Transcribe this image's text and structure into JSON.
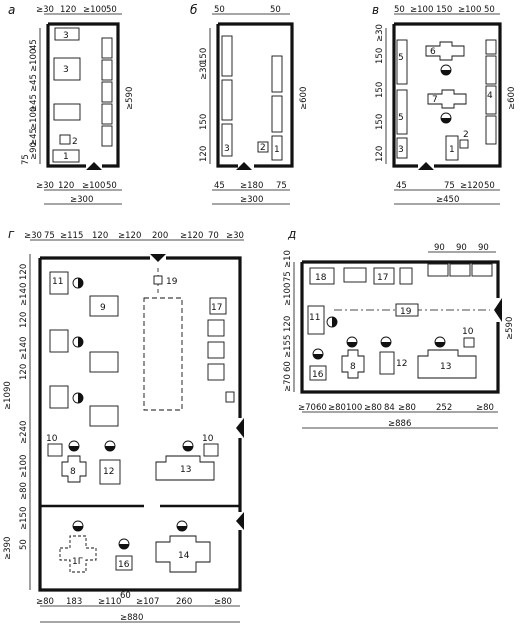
{
  "colors": {
    "ink": "#111111",
    "paper": "#ffffff"
  },
  "a": {
    "letter": "а",
    "top_dims": [
      "≥30",
      "120",
      "≥100",
      "50"
    ],
    "left_dims": [
      "75",
      "≥90",
      "≥45",
      "≥100",
      "≥45",
      "≥45",
      "≥100",
      "45"
    ],
    "right_dim": "≥590",
    "bottom_dims": [
      "≥30",
      "120",
      "≥100",
      "50"
    ],
    "total": "≥300",
    "labels": [
      "3",
      "3",
      "2",
      "1"
    ]
  },
  "b": {
    "letter": "б",
    "top_dims": [
      "50",
      "50"
    ],
    "left_dims": [
      "150",
      "≥30",
      "150",
      "120"
    ],
    "right_dim": "≥600",
    "bottom_dims": [
      "45",
      "≥180",
      "75"
    ],
    "total": "≥300",
    "labels": [
      "3",
      "2",
      "1"
    ]
  },
  "c": {
    "letter": "в",
    "top_dims": [
      "50",
      "≥100",
      "150",
      "≥100",
      "50"
    ],
    "left_dims": [
      "150",
      "≥30",
      "150",
      "150",
      "120"
    ],
    "right_dim": "≥600",
    "bottom_dims": [
      "45",
      "75",
      "≥120",
      "50"
    ],
    "total": "≥450",
    "labels": [
      "5",
      "5",
      "3",
      "6",
      "7",
      "4",
      "2",
      "1"
    ]
  },
  "g": {
    "letter": "г",
    "top_dims": [
      "≥30",
      "75",
      "≥115",
      "120",
      "≥120",
      "200",
      "≥120",
      "70",
      "≥30"
    ],
    "left_dims": [
      "120",
      "≥140",
      "120",
      "≥140",
      "120",
      "≥240",
      "≥100",
      "≥80",
      "≥150",
      "50",
      "≥390"
    ],
    "left_total": "≥1090",
    "bottom_dims": [
      "≥80",
      "183",
      "≥110",
      "60",
      "≥107",
      "260",
      "≥80"
    ],
    "total": "≥880",
    "labels": [
      "11",
      "9",
      "19",
      "17",
      "10",
      "8",
      "12",
      "10",
      "13",
      "14",
      "16",
      "1Г"
    ]
  },
  "d": {
    "letter": "д",
    "top_dims": [
      "90",
      "90",
      "90"
    ],
    "left_dims": [
      "75",
      "≥10",
      "≥100",
      "120",
      "≥155",
      "60",
      "≥70"
    ],
    "right_dim": "≥590",
    "bottom_dims": [
      "≥70",
      "60",
      "≥80",
      "100",
      "≥80",
      "84",
      "≥80",
      "252",
      "≥80"
    ],
    "total": "≥886",
    "labels": [
      "18",
      "17",
      "19",
      "11",
      "10",
      "16",
      "8",
      "12",
      "13"
    ]
  }
}
